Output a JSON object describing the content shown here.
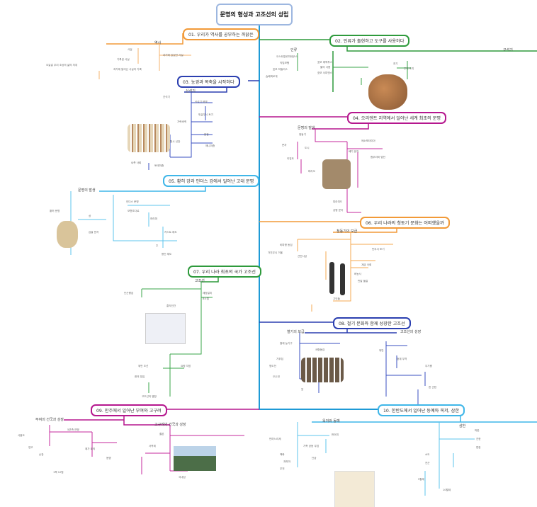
{
  "title": "문명의 형성과 고조선의 성립",
  "colors": {
    "trunk": "#1e9ad6",
    "orange": "#f29a38",
    "green": "#2e9a3c",
    "navy": "#2b3fb0",
    "magenta": "#b5178e",
    "sky": "#3fb6e8"
  },
  "sections": [
    {
      "label": "01. 우리가 역사를 공부하는 까닭은",
      "subs": [
        "역사"
      ],
      "leaves": [
        "사실",
        "과거에 있었던 사실",
        "기록된 사실",
        "과거에 일어난 사실의 기록",
        "오늘날 우리 조상의 삶의 자취"
      ]
    },
    {
      "label": "02. 인류가 출현하고 도구를 사용하다",
      "subs": [
        "인류",
        "구석기"
      ],
      "leaves": [
        "오스트랄로피테쿠스",
        "직립보행",
        "호모 하빌리스",
        "호모 에렉투스",
        "불의 사용",
        "호모 사피엔스",
        "슴베찌르개",
        "주먹 도끼",
        "전기"
      ]
    },
    {
      "label": "03. 농경과 목축을 시작하다",
      "subs": [
        "신석기"
      ],
      "leaves": [
        "신석기 혁명",
        "간석기",
        "빗살무늬 토기",
        "가락바퀴",
        "움집",
        "원시 신앙",
        "애니미즘",
        "토테미즘",
        "씨족 사회"
      ]
    },
    {
      "label": "04. 오리엔트 지역에서 일어난 세계 최초의 문명",
      "subs": [
        "문명의 발생"
      ],
      "leaves": [
        "청동기",
        "문자",
        "도시",
        "메소포타미아",
        "쐐기 문자",
        "함무라비 법전",
        "이집트",
        "파라오",
        "피라미드",
        "상형 문자"
      ]
    },
    {
      "label": "05. 황허 강과 인더스 강에서 일어난 고대 문명",
      "subs": [
        "문명의 발생"
      ],
      "leaves": [
        "인더스 문명",
        "모헨조다로",
        "하라파",
        "카스트 제도",
        "황허 문명",
        "상",
        "갑골 문자",
        "주",
        "봉건 제도"
      ]
    },
    {
      "label": "06. 우리 나라의 청동기 문화는 어떠했을까",
      "subs": [
        "청동기의 보급"
      ],
      "leaves": [
        "비파형 동검",
        "거친무늬 거울",
        "민무늬 토기",
        "고인돌",
        "계급 사회",
        "벼농사",
        "반달 돌칼",
        "선민사상"
      ]
    },
    {
      "label": "07. 우리 나라 최초의 국가 고조선",
      "subs": [
        "고조선"
      ],
      "leaves": [
        "단군왕검",
        "제정일치",
        "8조법",
        "홍익인간",
        "요령 지방",
        "위만 조선",
        "한의 침입",
        "고조선의 멸망"
      ]
    },
    {
      "label": "08. 철기 문화와 함께 성장한 고조선",
      "subs": [
        "철기의 보급",
        "고조선의 성장"
      ],
      "leaves": [
        "철제 농기구",
        "세형동검",
        "거푸집",
        "명도전",
        "오수전",
        "붓",
        "위만",
        "중계 무역",
        "우거왕",
        "한 군현"
      ]
    },
    {
      "label": "09. 만주에서 일어난 부여와 고구려",
      "subs": [
        "부여의 건국과 성장",
        "고구려의 건국과 성장"
      ],
      "leaves": [
        "5부족 연맹",
        "사출도",
        "영고",
        "순장",
        "1책 12법",
        "제가 회의",
        "동맹",
        "서옥제",
        "졸본",
        "국내성"
      ]
    },
    {
      "label": "10. 한반도에서 일어난 동예와 옥저, 삼한",
      "subs": [
        "옥저와 동예",
        "삼한"
      ],
      "leaves": [
        "민며느리제",
        "가족 공동 무덤",
        "책화",
        "단궁",
        "과하마",
        "반어피",
        "무천",
        "마한",
        "진한",
        "변한",
        "소도",
        "천군",
        "5월제",
        "10월제"
      ]
    }
  ]
}
